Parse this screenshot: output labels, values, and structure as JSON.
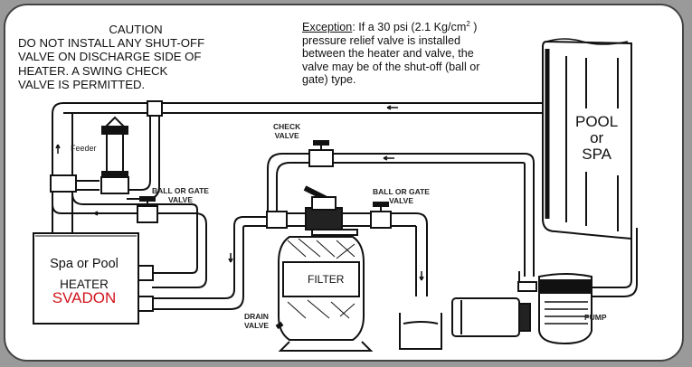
{
  "caution": {
    "title": "CAUTION",
    "lines": [
      "DO NOT INSTALL ANY SHUT-OFF",
      "VALVE ON DISCHARGE SIDE OF",
      "HEATER.  A SWING CHECK",
      "VALVE IS PERMITTED."
    ]
  },
  "exception": {
    "label": "Exception",
    "line1": ":  If a 30 psi (2.1 Kg/cm",
    "sup": "2",
    "line1_end": " )",
    "lines": [
      "pressure relief valve is installed",
      "between the heater and valve, the",
      "valve may be of the shut-off (ball or",
      "gate) type."
    ]
  },
  "components": {
    "pool": {
      "line1": "POOL",
      "line2": "or",
      "line3": "SPA"
    },
    "heater": {
      "line1": "Spa or Pool",
      "line2": "HEATER",
      "brand": "SVADON"
    },
    "filter": "FILTER",
    "feeder": "Feeder",
    "pump": "PUMP",
    "check_valve": {
      "line1": "CHECK",
      "line2": "VALVE"
    },
    "ball_valve_left": {
      "line1": "BALL OR GATE",
      "line2": "VALVE"
    },
    "ball_valve_right": {
      "line1": "BALL OR GATE",
      "line2": "VALVE"
    },
    "drain_valve": {
      "line1": "DRAIN",
      "line2": "VALVE"
    }
  },
  "colors": {
    "brand": "#d0141c",
    "line": "#111111"
  }
}
